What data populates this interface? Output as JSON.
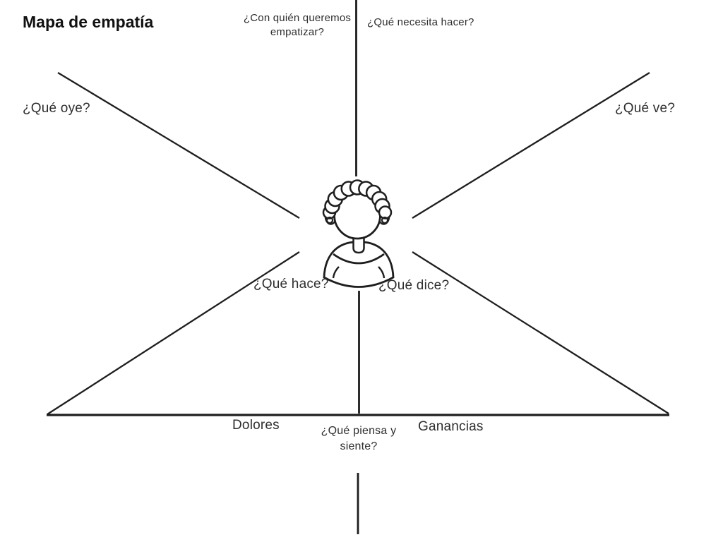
{
  "page": {
    "title": "Mapa de empatía"
  },
  "quadrant_labels": {
    "empathize_with": "¿Con quién queremos empatizar?",
    "needs_to_do": "¿Qué necesita hacer?",
    "hears": "¿Qué oye?",
    "sees": "¿Qué ve?",
    "does": "¿Qué hace?",
    "says": "¿Qué dice?",
    "thinks_feels": "¿Qué piensa y siente?",
    "pains": "Dolores",
    "gains": "Ganancias"
  },
  "icons": {
    "center_figure": "persona-avatar-icon"
  },
  "colors": {
    "background": "#ffffff",
    "line": "#1e1e1e",
    "label_text": "#2e2e2e",
    "title_text": "#111111"
  }
}
